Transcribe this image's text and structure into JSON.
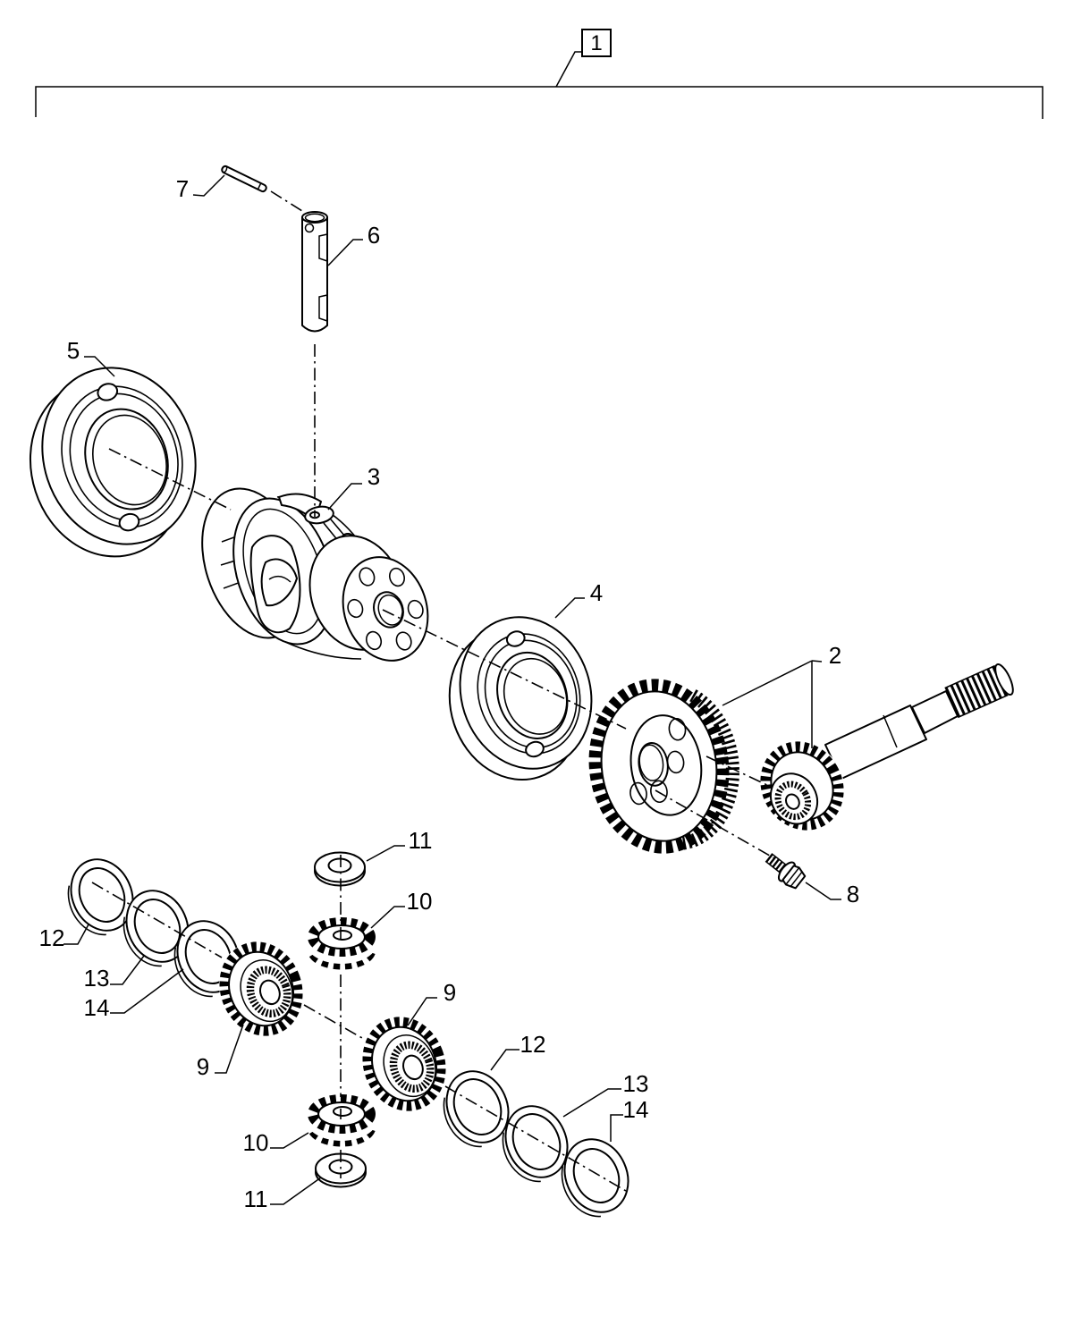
{
  "diagram": {
    "type": "exploded-parts-diagram",
    "callouts": {
      "c1": "1",
      "c2": "2",
      "c3": "3",
      "c4": "4",
      "c5": "5",
      "c6": "6",
      "c7": "7",
      "c8": "8",
      "c9_left": "9",
      "c9_right": "9",
      "c10_top": "10",
      "c10_bottom": "10",
      "c11_top": "11",
      "c11_bottom": "11",
      "c12_left": "12",
      "c12_right": "12",
      "c13_left": "13",
      "c13_right": "13",
      "c14_left": "14",
      "c14_right": "14"
    }
  }
}
